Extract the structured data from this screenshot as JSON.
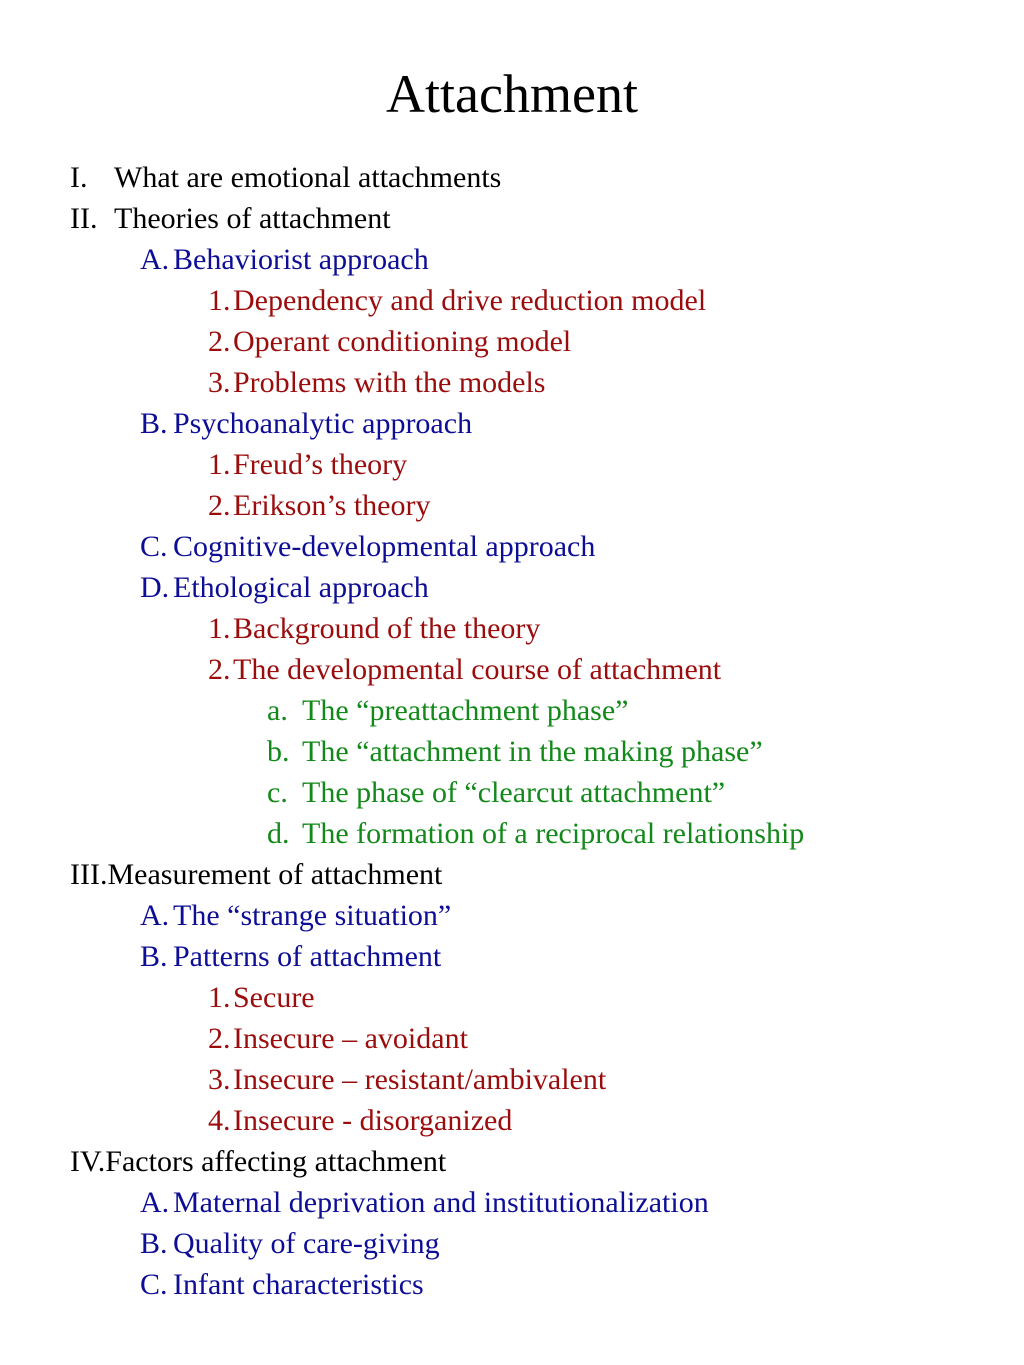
{
  "title": "Attachment",
  "colors": {
    "level0": "#000000",
    "level1": "#0d0d96",
    "level2": "#9b0d0d",
    "level3": "#13891a"
  },
  "outline": [
    {
      "level": 0,
      "marker": "I.",
      "text": "What are emotional attachments"
    },
    {
      "level": 0,
      "marker": "II.",
      "text": "Theories of attachment"
    },
    {
      "level": 1,
      "marker": "A.",
      "text": "Behaviorist approach"
    },
    {
      "level": 2,
      "marker": "1.",
      "text": "Dependency and drive reduction model"
    },
    {
      "level": 2,
      "marker": "2.",
      "text": "Operant conditioning model"
    },
    {
      "level": 2,
      "marker": "3.",
      "text": "Problems with the models"
    },
    {
      "level": 1,
      "marker": "B.",
      "text": "Psychoanalytic approach"
    },
    {
      "level": 2,
      "marker": "1.",
      "text": "Freud’s theory"
    },
    {
      "level": 2,
      "marker": "2.",
      "text": "Erikson’s theory"
    },
    {
      "level": 1,
      "marker": "C.",
      "text": "Cognitive-developmental approach"
    },
    {
      "level": 1,
      "marker": "D.",
      "text": "Ethological approach"
    },
    {
      "level": 2,
      "marker": "1.",
      "text": "Background of the theory"
    },
    {
      "level": 2,
      "marker": "2.",
      "text": "The developmental course of attachment"
    },
    {
      "level": 3,
      "marker": "a.",
      "text": "The “preattachment phase”"
    },
    {
      "level": 3,
      "marker": "b.",
      "text": "The “attachment in the making phase”"
    },
    {
      "level": 3,
      "marker": "c.",
      "text": "The phase of “clearcut attachment”"
    },
    {
      "level": 3,
      "marker": "d.",
      "text": "The formation of a reciprocal relationship"
    },
    {
      "level": 0,
      "marker": "III.",
      "text": "Measurement of attachment"
    },
    {
      "level": 1,
      "marker": "A.",
      "text": "The “strange situation”"
    },
    {
      "level": 1,
      "marker": "B.",
      "text": "Patterns of attachment"
    },
    {
      "level": 2,
      "marker": "1.",
      "text": "Secure"
    },
    {
      "level": 2,
      "marker": "2.",
      "text": "Insecure – avoidant"
    },
    {
      "level": 2,
      "marker": "3.",
      "text": "Insecure – resistant/ambivalent"
    },
    {
      "level": 2,
      "marker": "4.",
      "text": "Insecure - disorganized"
    },
    {
      "level": 0,
      "marker": "IV.",
      "text": "Factors affecting attachment"
    },
    {
      "level": 1,
      "marker": "A.",
      "text": "Maternal deprivation and institutionalization"
    },
    {
      "level": 1,
      "marker": "B.",
      "text": "Quality of care-giving"
    },
    {
      "level": 1,
      "marker": "C.",
      "text": "Infant characteristics"
    }
  ]
}
